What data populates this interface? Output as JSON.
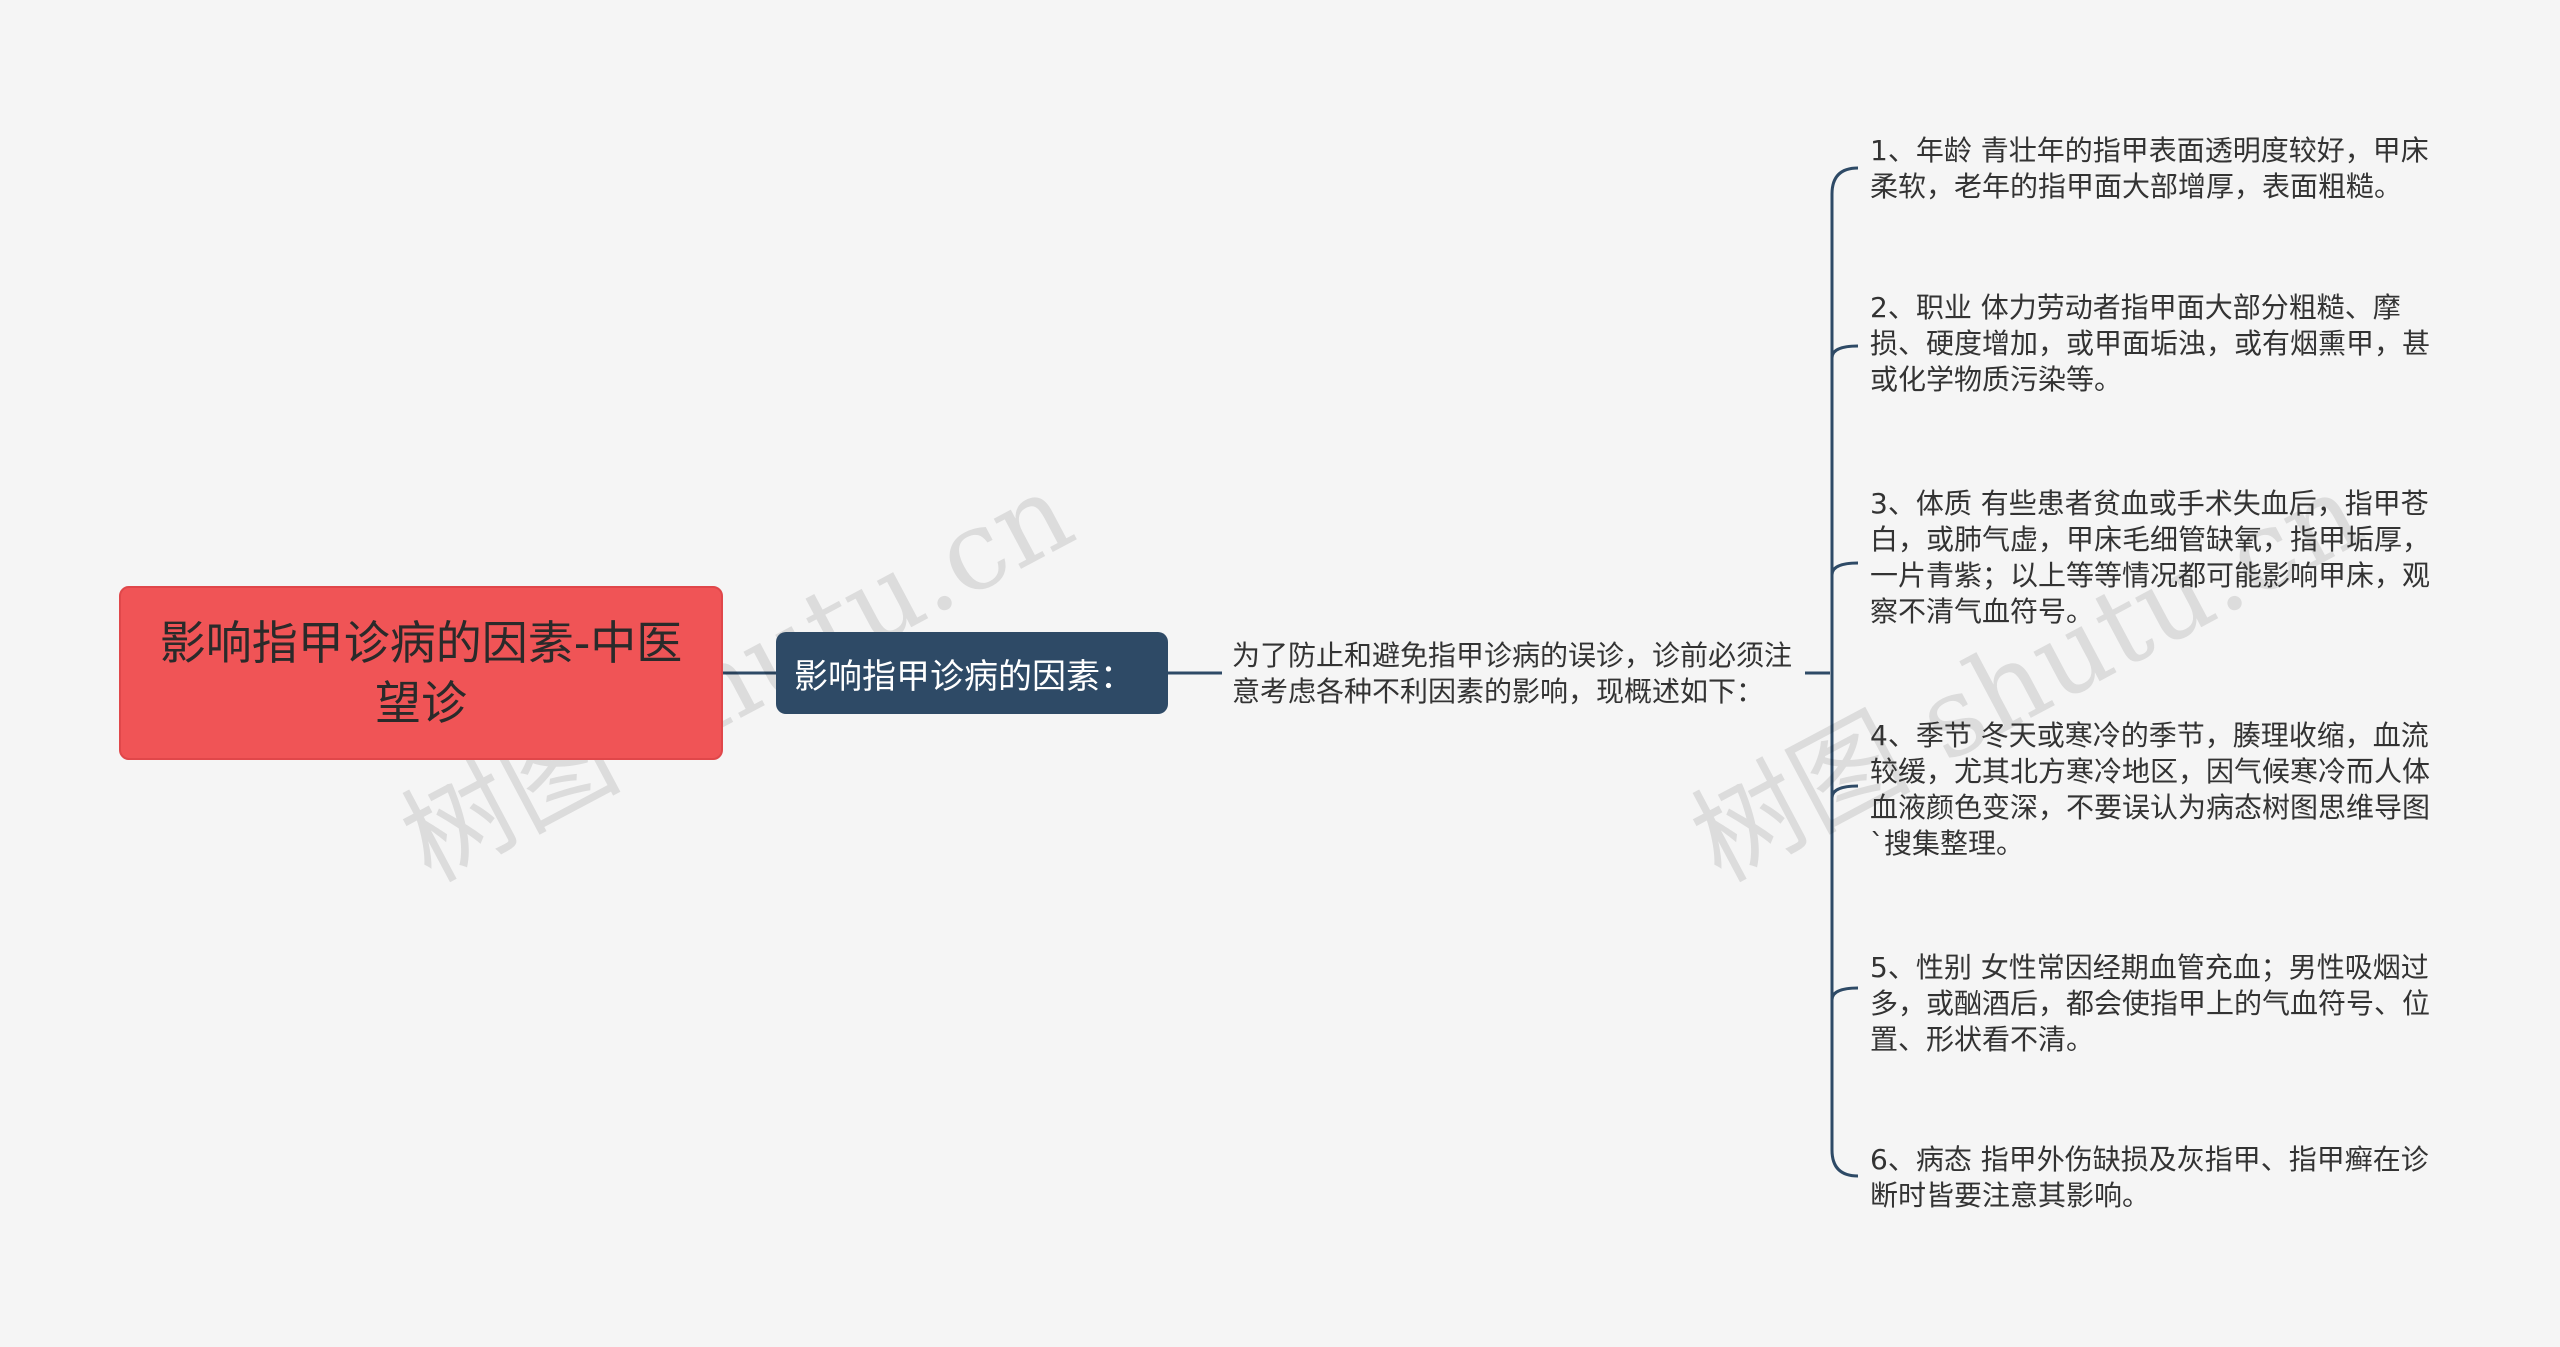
{
  "root": {
    "text": "影响指甲诊病的因素-中医望诊",
    "color": "#f05456"
  },
  "branch": {
    "text": "影响指甲诊病的因素：",
    "color": "#2e4a66"
  },
  "intro": {
    "text": "为了防止和避免指甲诊病的误诊，诊前必须注意考虑各种不利因素的影响，现概述如下："
  },
  "leaves": [
    {
      "text": "1、年龄 青壮年的指甲表面透明度较好，甲床柔软，老年的指甲面大部增厚，表面粗糙。"
    },
    {
      "text": "2、职业 体力劳动者指甲面大部分粗糙、摩损、硬度增加，或甲面垢浊，或有烟熏甲，甚或化学物质污染等。"
    },
    {
      "text": "3、体质 有些患者贫血或手术失血后，指甲苍白，或肺气虚，甲床毛细管缺氧，指甲垢厚，一片青紫；以上等等情况都可能影响甲床，观察不清气血符号。"
    },
    {
      "text": "4、季节 冬天或寒冷的季节，腠理收缩，血流较缓，尤其北方寒冷地区，因气候寒冷而人体血液颜色变深，不要误认为病态树图思维导图`搜集整理。"
    },
    {
      "text": "5、性别 女性常因经期血管充血；男性吸烟过多，或酗酒后，都会使指甲上的气血符号、位置、形状看不清。"
    },
    {
      "text": "6、病态 指甲外伤缺损及灰指甲、指甲癣在诊断时皆要注意其影响。"
    }
  ],
  "watermarks": [
    {
      "text": "树图 shutu.cn"
    },
    {
      "text": "树图 shutu.cn"
    }
  ],
  "colors": {
    "background": "#f5f5f5",
    "connector": "#2e4a66"
  }
}
